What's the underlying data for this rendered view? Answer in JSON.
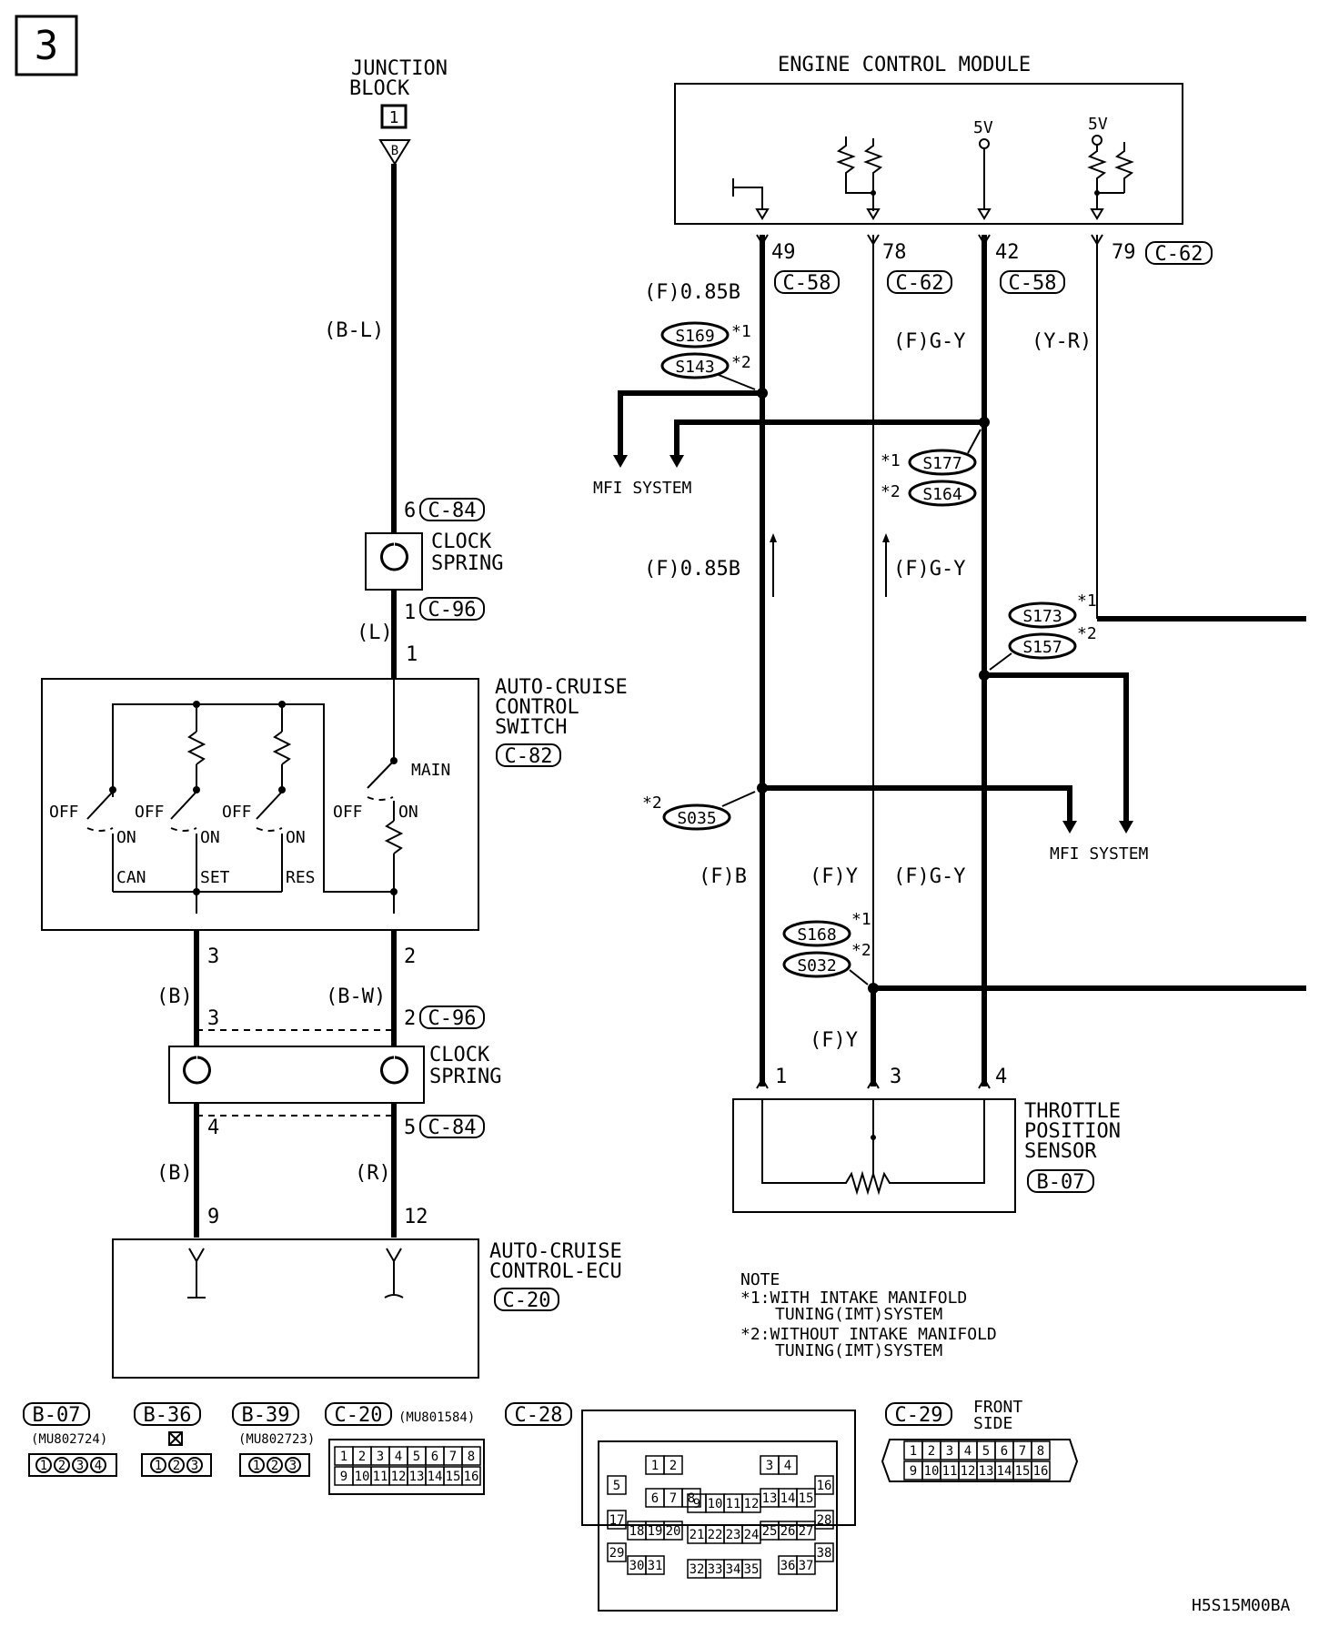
{
  "page_number": "3",
  "junction_block": {
    "line1": "JUNCTION",
    "line2": "BLOCK",
    "fuse_no": "1",
    "terminal": "B"
  },
  "ecm": {
    "title": "ENGINE CONTROL MODULE",
    "v5a": "5V",
    "v5b": "5V"
  },
  "ecm_pins": [
    {
      "pin": "49",
      "conn": "C-58"
    },
    {
      "pin": "78",
      "conn": "C-62"
    },
    {
      "pin": "42",
      "conn": "C-58"
    },
    {
      "pin": "79",
      "conn": "C-62"
    }
  ],
  "wires": {
    "bl": "(B-L)",
    "l": "(L)",
    "b1": "(B)",
    "bw": "(B-W)",
    "b2": "(B)",
    "r": "(R)",
    "f085b_top": "(F)0.85B",
    "fgy_top": "(F)G-Y",
    "yr": "(Y-R)",
    "f085b_mid": "(F)0.85B",
    "fgy_mid": "(F)G-Y",
    "fb": "(F)B",
    "fy": "(F)Y",
    "fgy_low": "(F)G-Y",
    "fy_low": "(F)Y"
  },
  "clock_spring_top": {
    "line1": "CLOCK",
    "line2": "SPRING",
    "pin_top": "6",
    "conn_top": "C-84",
    "pin_bot": "1",
    "conn_bot": "C-96"
  },
  "switch": {
    "line1": "AUTO-CRUISE",
    "line2": "CONTROL",
    "line3": "SWITCH",
    "conn": "C-82",
    "pin_main": "1",
    "pin_left": "3",
    "pin_right": "2",
    "off": "OFF",
    "on": "ON",
    "main": "MAIN",
    "can": "CAN",
    "set": "SET",
    "res": "RES"
  },
  "clock_spring_bot": {
    "line1": "CLOCK",
    "line2": "SPRING",
    "pin_l_top": "3",
    "pin_r_top": "2",
    "conn_top": "C-96",
    "pin_l_bot": "4",
    "pin_r_bot": "5",
    "conn_bot": "C-84"
  },
  "ecu": {
    "line1": "AUTO-CRUISE",
    "line2": "CONTROL-ECU",
    "conn": "C-20",
    "pin_l": "9",
    "pin_r": "12"
  },
  "splices": {
    "s169": "S169",
    "s143": "S143",
    "s177": "S177",
    "s164": "S164",
    "s173": "S173",
    "s157": "S157",
    "s035": "S035",
    "s168": "S168",
    "s032": "S032",
    "star1": "*1",
    "star2": "*2"
  },
  "mfi": {
    "label1": "MFI SYSTEM",
    "label2": "MFI SYSTEM"
  },
  "tps": {
    "line1": "THROTTLE",
    "line2": "POSITION",
    "line3": "SENSOR",
    "conn": "B-07",
    "pin1": "1",
    "pin3": "3",
    "pin4": "4"
  },
  "note": {
    "title": "NOTE",
    "n1a": "*1:WITH INTAKE MANIFOLD",
    "n1b": "TUNING(IMT)SYSTEM",
    "n2a": "*2:WITHOUT INTAKE MANIFOLD",
    "n2b": "TUNING(IMT)SYSTEM"
  },
  "connectors": {
    "b07": {
      "id": "B-07",
      "part": "(MU802724)",
      "pins": [
        "1",
        "2",
        "3",
        "4"
      ]
    },
    "b36": {
      "id": "B-36",
      "pins": [
        "1",
        "2",
        "3"
      ]
    },
    "b39": {
      "id": "B-39",
      "part": "(MU802723)",
      "pins": [
        "1",
        "2",
        "3"
      ]
    },
    "c20": {
      "id": "C-20",
      "part": "(MU801584)",
      "row1": [
        "1",
        "2",
        "3",
        "4",
        "5",
        "6",
        "7",
        "8"
      ],
      "row2": [
        "9",
        "10",
        "11",
        "12",
        "13",
        "14",
        "15",
        "16"
      ]
    },
    "c28": {
      "id": "C-28",
      "pins": [
        "1",
        "2",
        "3",
        "4",
        "5",
        "6",
        "7",
        "8",
        "9",
        "10",
        "11",
        "12",
        "13",
        "14",
        "15",
        "16",
        "17",
        "18",
        "19",
        "20",
        "21",
        "22",
        "23",
        "24",
        "25",
        "26",
        "27",
        "28",
        "29",
        "30",
        "31",
        "32",
        "33",
        "34",
        "35",
        "36",
        "37",
        "38"
      ]
    },
    "c29": {
      "id": "C-29",
      "front1": "FRONT",
      "front2": "SIDE",
      "row1": [
        "1",
        "2",
        "3",
        "4",
        "5",
        "6",
        "7",
        "8"
      ],
      "row2": [
        "9",
        "10",
        "11",
        "12",
        "13",
        "14",
        "15",
        "16"
      ]
    }
  },
  "diagram_code": "H5S15M00BA"
}
